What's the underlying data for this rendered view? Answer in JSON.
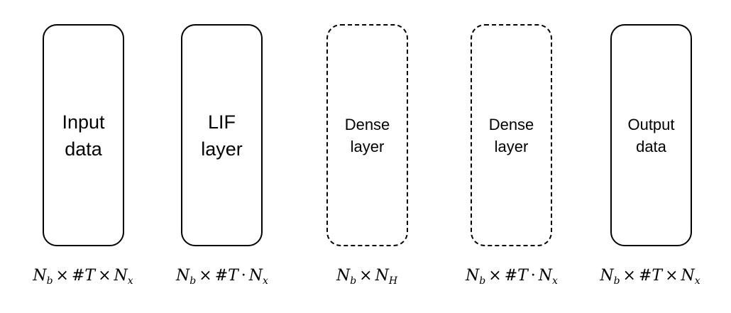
{
  "blocks": [
    {
      "lines": [
        "Input",
        "data"
      ],
      "style": "solid",
      "size": "big"
    },
    {
      "lines": [
        "LIF",
        "layer"
      ],
      "style": "solid",
      "size": "big"
    },
    {
      "lines": [
        "Dense",
        "layer"
      ],
      "style": "dashed",
      "size": "small"
    },
    {
      "lines": [
        "Dense",
        "layer"
      ],
      "style": "dashed",
      "size": "small"
    },
    {
      "lines": [
        "Output",
        "data"
      ],
      "style": "solid",
      "size": "small"
    }
  ],
  "dimensions": [
    {
      "a": "N",
      "a_sub": "b",
      "op1": "×",
      "b": "#T",
      "op2": "×",
      "c": "N",
      "c_sub": "x"
    },
    {
      "a": "N",
      "a_sub": "b",
      "op1": "×",
      "b": "#T",
      "op2": "·",
      "c": "N",
      "c_sub": "x"
    },
    {
      "a": "N",
      "a_sub": "b",
      "op1": "×",
      "b": "N",
      "b_sub": "H"
    },
    {
      "a": "N",
      "a_sub": "b",
      "op1": "×",
      "b": "#T",
      "op2": "·",
      "c": "N",
      "c_sub": "x"
    },
    {
      "a": "N",
      "a_sub": "b",
      "op1": "×",
      "b": "#T",
      "op2": "×",
      "c": "N",
      "c_sub": "x"
    }
  ]
}
